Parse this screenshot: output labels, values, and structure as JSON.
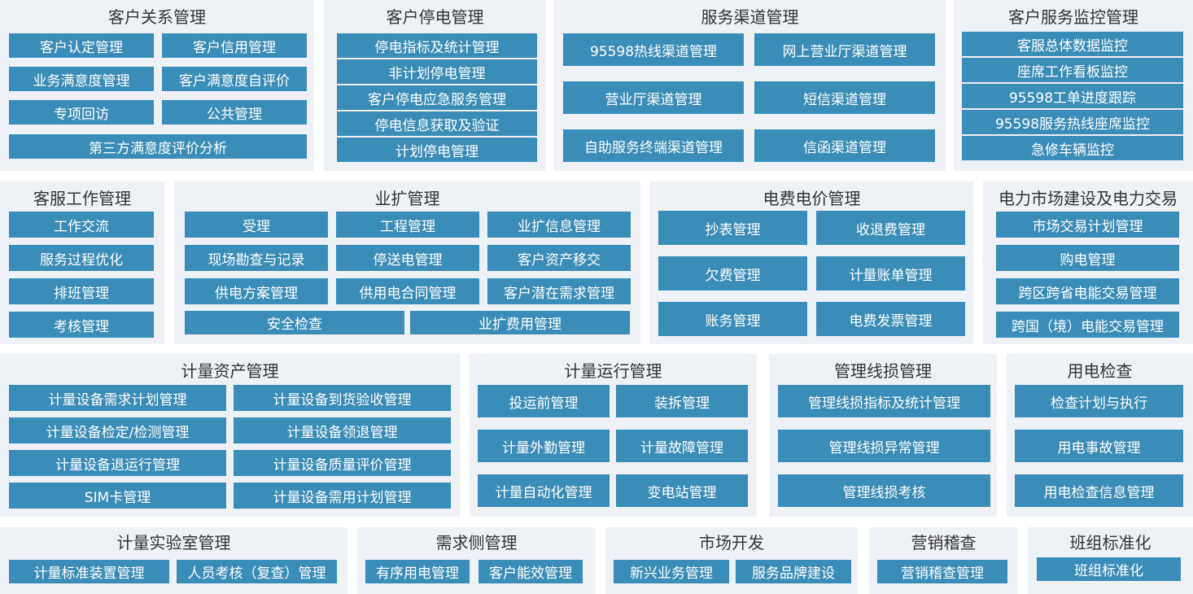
{
  "accent_color": "#3a8db8",
  "panel_color": "#eef1f6",
  "modules": [
    {
      "title": "客户关系管理",
      "items": [
        "客户认定管理",
        "客户信用管理",
        "业务满意度管理",
        "客户满意度自评价",
        "专项回访",
        "公共管理",
        "第三方满意度评价分析"
      ]
    },
    {
      "title": "客户停电管理",
      "items": [
        "停电指标及统计管理",
        "非计划停电管理",
        "客户停电应急服务管理",
        "停电信息获取及验证",
        "计划停电管理"
      ]
    },
    {
      "title": "服务渠道管理",
      "items": [
        "95598热线渠道管理",
        "网上营业厅渠道管理",
        "营业厅渠道管理",
        "短信渠道管理",
        "自助服务终端渠道管理",
        "信函渠道管理"
      ]
    },
    {
      "title": "客户服务监控管理",
      "items": [
        "客服总体数据监控",
        "座席工作看板监控",
        "95598工单进度跟踪",
        "95598服务热线座席监控",
        "急修车辆监控"
      ]
    },
    {
      "title": "客服工作管理",
      "items": [
        "工作交流",
        "服务过程优化",
        "排班管理",
        "考核管理"
      ]
    },
    {
      "title": "业扩管理",
      "items": [
        "受理",
        "工程管理",
        "业扩信息管理",
        "现场勘查与记录",
        "停送电管理",
        "客户资产移交",
        "供电方案管理",
        "供用电合同管理",
        "客户潜在需求管理",
        "安全检查",
        "业扩费用管理"
      ]
    },
    {
      "title": "电费电价管理",
      "items": [
        "抄表管理",
        "收退费管理",
        "欠费管理",
        "计量账单管理",
        "账务管理",
        "电费发票管理"
      ]
    },
    {
      "title": "电力市场建设及电力交易",
      "items": [
        "市场交易计划管理",
        "购电管理",
        "跨区跨省电能交易管理",
        "跨国（境）电能交易管理"
      ]
    },
    {
      "title": "计量资产管理",
      "items": [
        "计量设备需求计划管理",
        "计量设备到货验收管理",
        "计量设备检定/检测管理",
        "计量设备领退管理",
        "计量设备退运行管理",
        "计量设备质量评价管理",
        "SIM卡管理",
        "计量设备需用计划管理"
      ]
    },
    {
      "title": "计量运行管理",
      "items": [
        "投运前管理",
        "装拆管理",
        "计量外勤管理",
        "计量故障管理",
        "计量自动化管理",
        "变电站管理"
      ]
    },
    {
      "title": "管理线损管理",
      "items": [
        "管理线损指标及统计管理",
        "管理线损异常管理",
        "管理线损考核"
      ]
    },
    {
      "title": "用电检查",
      "items": [
        "检查计划与执行",
        "用电事故管理",
        "用电检查信息管理"
      ]
    },
    {
      "title": "计量实验室管理",
      "items": [
        "计量标准装置管理",
        "人员考核（复查）管理"
      ]
    },
    {
      "title": "需求侧管理",
      "items": [
        "有序用电管理",
        "客户能效管理"
      ]
    },
    {
      "title": "市场开发",
      "items": [
        "新兴业务管理",
        "服务品牌建设"
      ]
    },
    {
      "title": "营销稽查",
      "items": [
        "营销稽查管理"
      ]
    },
    {
      "title": "班组标准化",
      "items": [
        "班组标准化"
      ]
    }
  ]
}
